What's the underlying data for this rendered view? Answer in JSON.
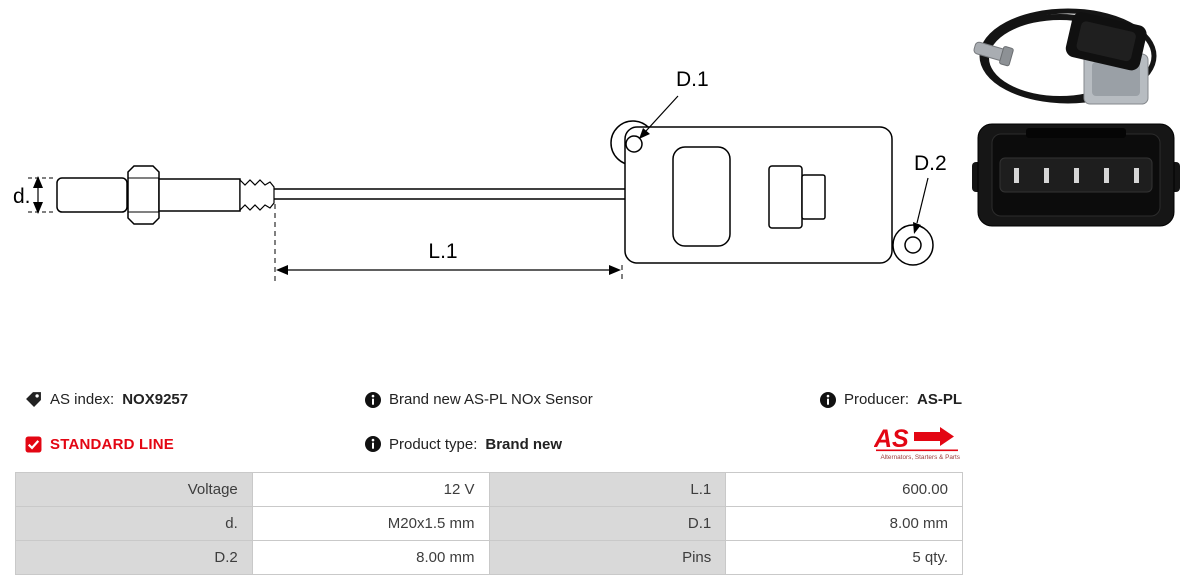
{
  "colors": {
    "accent_red": "#e30613",
    "table_label_bg": "#d9d9d9",
    "line": "#000000"
  },
  "diagram": {
    "dim_d": "d.",
    "dim_l1": "L.1",
    "dim_d1": "D.1",
    "dim_d2": "D.2"
  },
  "info": {
    "as_index": {
      "label": "AS index:",
      "value": "NOX9257"
    },
    "standard_line": "STANDARD LINE",
    "description": "Brand new AS-PL NOx Sensor",
    "product_type": {
      "label": "Product type:",
      "value": "Brand new"
    },
    "producer": {
      "label": "Producer:",
      "value": "AS-PL"
    },
    "logo": {
      "text": "AS",
      "tagline": "Alternators, Starters & Parts"
    }
  },
  "table": {
    "rows": [
      [
        "Voltage",
        "12 V",
        "L.1",
        "600.00"
      ],
      [
        "d.",
        "M20x1.5 mm",
        "D.1",
        "8.00 mm"
      ],
      [
        "D.2",
        "8.00 mm",
        "Pins",
        "5 qty."
      ]
    ]
  }
}
